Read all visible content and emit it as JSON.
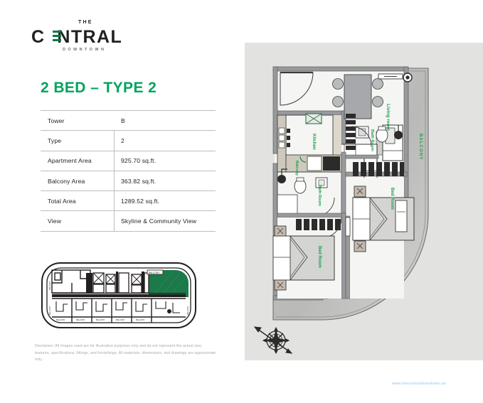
{
  "brand": {
    "the": "THE",
    "name": "CENTRAL",
    "name_before_e": "C",
    "name_after_e": "NTRAL",
    "tagline": "DOWNTOWN",
    "accent_color": "#0a7a46"
  },
  "unit": {
    "title": "2 BED – TYPE 2",
    "title_color": "#00a45e"
  },
  "spec_table": {
    "rows": [
      {
        "label": "Tower",
        "value": "B"
      },
      {
        "label": "Type",
        "value": "2"
      },
      {
        "label": "Apartment Area",
        "value": "925.70 sq.ft."
      },
      {
        "label": "Balcony Area",
        "value": "363.82 sq.ft."
      },
      {
        "label": "Total Area",
        "value": "1289.52 sq.ft."
      },
      {
        "label": "View",
        "value": "Skyline & Community View"
      }
    ]
  },
  "key_plan": {
    "name": "floor-key-plan",
    "highlight_color": "#1c7a4a",
    "highlighted_unit": "2 BED - TYPE 2"
  },
  "floor_plan": {
    "background_color": "#e2e2e0",
    "room_labels": [
      "Living room",
      "Kitchen",
      "Bath Room",
      "Balcony",
      "Bath Room",
      "Bed Room",
      "Bed Room",
      "BALCONY"
    ],
    "label_color": "#1aa34a",
    "compass": "north-arrow-compass-rose"
  },
  "disclaimer": "Disclaimer: All images used are for illustrative purposes only and do not represent the actual size, features, specifications, fittings, and furnishings. All materials, dimensions, and drawings are approximate only.",
  "footer": {
    "url": "www.thecentraldowntown.ae"
  }
}
